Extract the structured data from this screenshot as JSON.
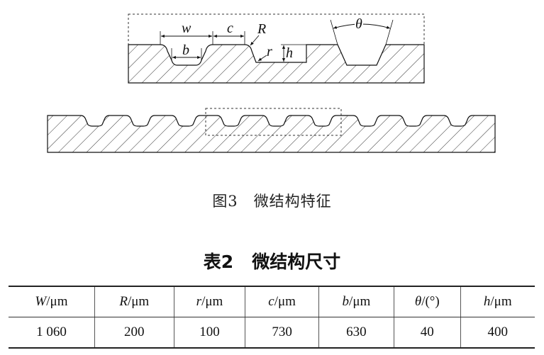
{
  "figure": {
    "labels": {
      "w": "w",
      "c": "c",
      "R": "R",
      "b": "b",
      "r": "r",
      "h": "h",
      "theta": "θ"
    },
    "caption_number": "图3",
    "caption_text": "微结构特征"
  },
  "table": {
    "title_number": "表2",
    "title_text": "微结构尺寸",
    "headers": [
      {
        "symbol": "W",
        "unit": "/μm"
      },
      {
        "symbol": "R",
        "unit": "/μm"
      },
      {
        "symbol": "r",
        "unit": "/μm"
      },
      {
        "symbol": "c",
        "unit": "/μm"
      },
      {
        "symbol": "b",
        "unit": "/μm"
      },
      {
        "symbol": "θ",
        "unit": "/(°)"
      },
      {
        "symbol": "h",
        "unit": "/μm"
      }
    ],
    "values": [
      "1 060",
      "200",
      "100",
      "730",
      "630",
      "40",
      "400"
    ]
  }
}
